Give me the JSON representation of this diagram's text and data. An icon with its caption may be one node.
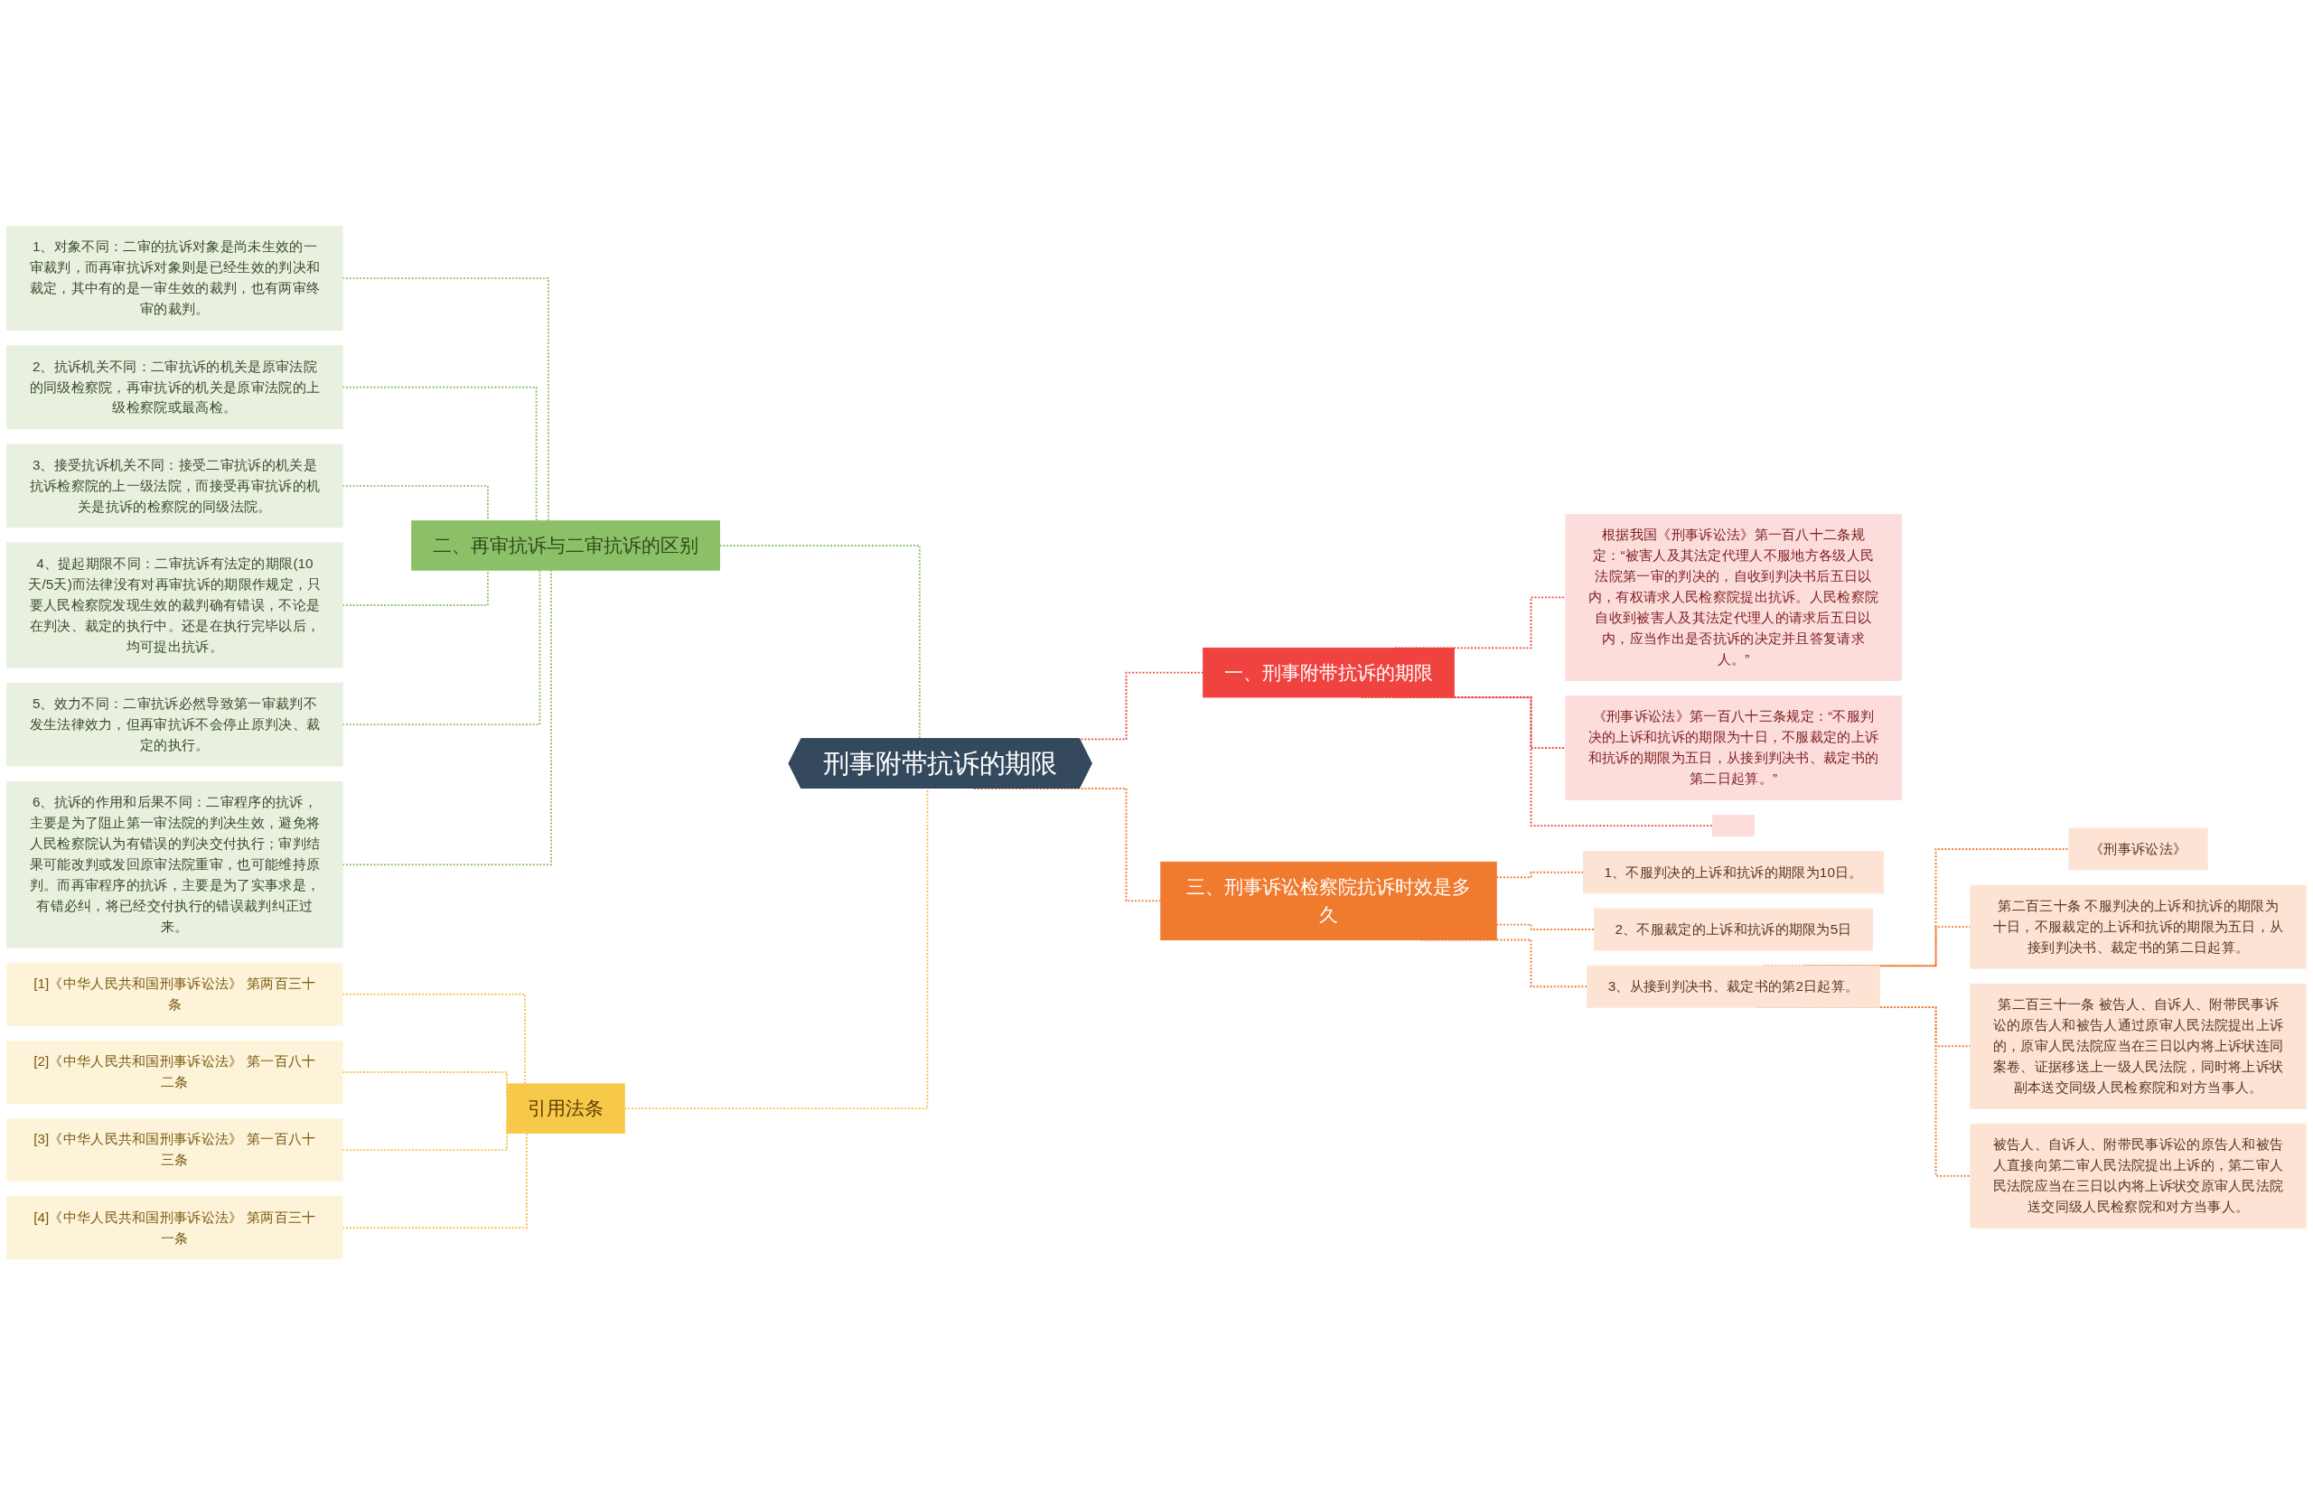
{
  "diagram": {
    "nodes": [
      {
        "text": [
          "刑事附带抗诉的期限"
        ]
      },
      {
        "text": [
          "一、刑事附带抗诉的期限"
        ]
      },
      {
        "text": [
          "根据我国《刑事诉讼法》第一百八十二条规定：“被害人及其法定代理人不服地方各级人民法院第一审的判决的，自收到判决书后五日以内，有权请求人民检察院提出抗诉。人民检察院自收到被害人及其法定代理人的请求后五日以内，应当作出是否抗诉的决定并且答复请求人。”"
        ]
      },
      {
        "text": [
          "《刑事诉讼法》第一百八十三条规定：“不服判决的上诉和抗诉的期限为十日，不服裁定的上诉和抗诉的期限为五日，从接到判决书、裁定书的第二日起算。”"
        ]
      },
      {
        "text": [],
        "shape": "box"
      },
      {
        "text": [
          "三、刑事诉讼检察院抗诉时效是多久"
        ]
      },
      {
        "text": [
          "1、不服判决的上诉和抗诉的期限为10日。"
        ]
      },
      {
        "text": [
          "2、不服裁定的上诉和抗诉的期限为5日"
        ]
      },
      {
        "text": [
          "3、从接到判决书、裁定书的第2日起算。"
        ]
      },
      {
        "text": [
          "《刑事诉讼法》"
        ]
      },
      {
        "text": [
          "第二百三十条 不服判决的上诉和抗诉的期限为十日，不服裁定的上诉和抗诉的期限为五日，从接到判决书、裁定书的第二日起算。"
        ]
      },
      {
        "text": [
          "第二百三十一条 被告人、自诉人、附带民事诉讼的原告人和被告人通过原审人民法院提出上诉的，原审人民法院应当在三日以内将上诉状连同案卷、证据移送上一级人民法院，同时将上诉状副本送交同级人民检察院和对方当事人。"
        ]
      },
      {
        "text": [
          "被告人、自诉人、附带民事诉讼的原告人和被告人直接向第二审人民法院提出上诉的，第二审人民法院应当在三日以内将上诉状交原审人民法院送交同级人民检察院和对方当事人。"
        ]
      },
      {
        "text": [
          "二、再审抗诉与二审抗诉的区别"
        ]
      },
      {
        "text": [
          "1、对象不同：二审的抗诉对象是尚未生效的一审裁判，而再审抗诉对象则是已经生效的判决和裁定，其中有的是一审生效的裁判，也有两审终审的裁判。"
        ]
      },
      {
        "text": [
          "2、抗诉机关不同：二审抗诉的机关是原审法院的同级检察院，再审抗诉的机关是原审法院的上级检察院或最高检。"
        ]
      },
      {
        "text": [
          "3、接受抗诉机关不同：接受二审抗诉的机关是抗诉检察院的上一级法院，而接受再审抗诉的机关是抗诉的检察院的同级法院。"
        ]
      },
      {
        "text": [
          "4、提起期限不同：二审抗诉有法定的期限(10天/5天)而法律没有对再审抗诉的期限作规定，只要人民检察院发现生效的裁判确有错误，不论是在判决、裁定的执行中。还是在执行完毕以后，均可提出抗诉。"
        ]
      },
      {
        "text": [
          "5、效力不同：二审抗诉必然导致第一审裁判不发生法律效力，但再审抗诉不会停止原判决、裁定的执行。"
        ]
      },
      {
        "text": [
          "6、抗诉的作用和后果不同：二审程序的抗诉，主要是为了阻止第一审法院的判决生效，避免将人民检察院认为有错误的判决交付执行；审判结果可能改判或发回原审法院重审，也可能维持原判。而再审程序的抗诉，主要是为了实事求是，有错必纠，将已经交付执行的错误裁判纠正过来。"
        ]
      },
      {
        "text": [
          "引用法条"
        ]
      },
      {
        "text": [
          "[1]《中华人民共和国刑事诉讼法》 第两百三十条"
        ]
      },
      {
        "text": [
          "[2]《中华人民共和国刑事诉讼法》 第一百八十二条"
        ]
      },
      {
        "text": [
          "[3]《中华人民共和国刑事诉讼法》 第一百八十三条"
        ]
      },
      {
        "text": [
          "[4]《中华人民共和国刑事诉讼法》 第两百三十一条"
        ]
      }
    ],
    "edges": [
      {
        "from": 0,
        "to": 1,
        "arrow": "none",
        "style": "dashed",
        "color": "#e8423f"
      },
      {
        "from": 1,
        "to": 2,
        "arrow": "none",
        "style": "dashed",
        "color": "#e8423f"
      },
      {
        "from": 1,
        "to": 3,
        "arrow": "none",
        "style": "dashed",
        "color": "#e8423f"
      },
      {
        "from": 1,
        "to": 4,
        "arrow": "none",
        "style": "dashed",
        "color": "#e8423f"
      },
      {
        "from": 0,
        "to": 5,
        "arrow": "none",
        "style": "dashed"
      },
      {
        "from": 5,
        "to": 6,
        "arrow": "none",
        "style": "dashed"
      },
      {
        "from": 5,
        "to": 7,
        "arrow": "none",
        "style": "dashed"
      },
      {
        "from": 5,
        "to": 8,
        "arrow": "none",
        "style": "dashed"
      },
      {
        "from": 8,
        "to": 9,
        "arrow": "none",
        "style": "dashed"
      },
      {
        "from": 8,
        "to": 10,
        "arrow": "none",
        "style": "dashed"
      },
      {
        "from": 8,
        "to": 11,
        "arrow": "none",
        "style": "dashed"
      },
      {
        "from": 8,
        "to": 12,
        "arrow": "none",
        "style": "dashed"
      },
      {
        "from": 13,
        "to": 0,
        "arrow": "none",
        "style": "dashed",
        "color": "#8cc068"
      },
      {
        "from": 14,
        "to": 13,
        "arrow": "none",
        "style": "dashed",
        "color": "#8cc068"
      },
      {
        "from": 15,
        "to": 13,
        "arrow": "none",
        "style": "dashed",
        "color": "#8cc068"
      },
      {
        "from": 16,
        "to": 13,
        "arrow": "none",
        "style": "dashed",
        "color": "#8cc068"
      },
      {
        "from": 17,
        "to": 13,
        "arrow": "none",
        "style": "dashed",
        "color": "#8cc068"
      },
      {
        "from": 18,
        "to": 13,
        "arrow": "none",
        "style": "dashed",
        "color": "#8cc068"
      },
      {
        "from": 19,
        "to": 13,
        "arrow": "none",
        "style": "dashed",
        "color": "#8cc068"
      },
      {
        "from": 20,
        "to": 0,
        "arrow": "none",
        "style": "dashed",
        "color": "#f5c04a"
      },
      {
        "from": 21,
        "to": 20,
        "arrow": "none",
        "style": "dashed",
        "color": "#f5c04a"
      },
      {
        "from": 22,
        "to": 20,
        "arrow": "none",
        "style": "dashed",
        "color": "#f5c04a"
      },
      {
        "from": 23,
        "to": 20,
        "arrow": "none",
        "style": "dashed",
        "color": "#f5c04a"
      },
      {
        "from": 24,
        "to": 20,
        "arrow": "none",
        "style": "dashed",
        "color": "#f5c04a"
      }
    ]
  }
}
